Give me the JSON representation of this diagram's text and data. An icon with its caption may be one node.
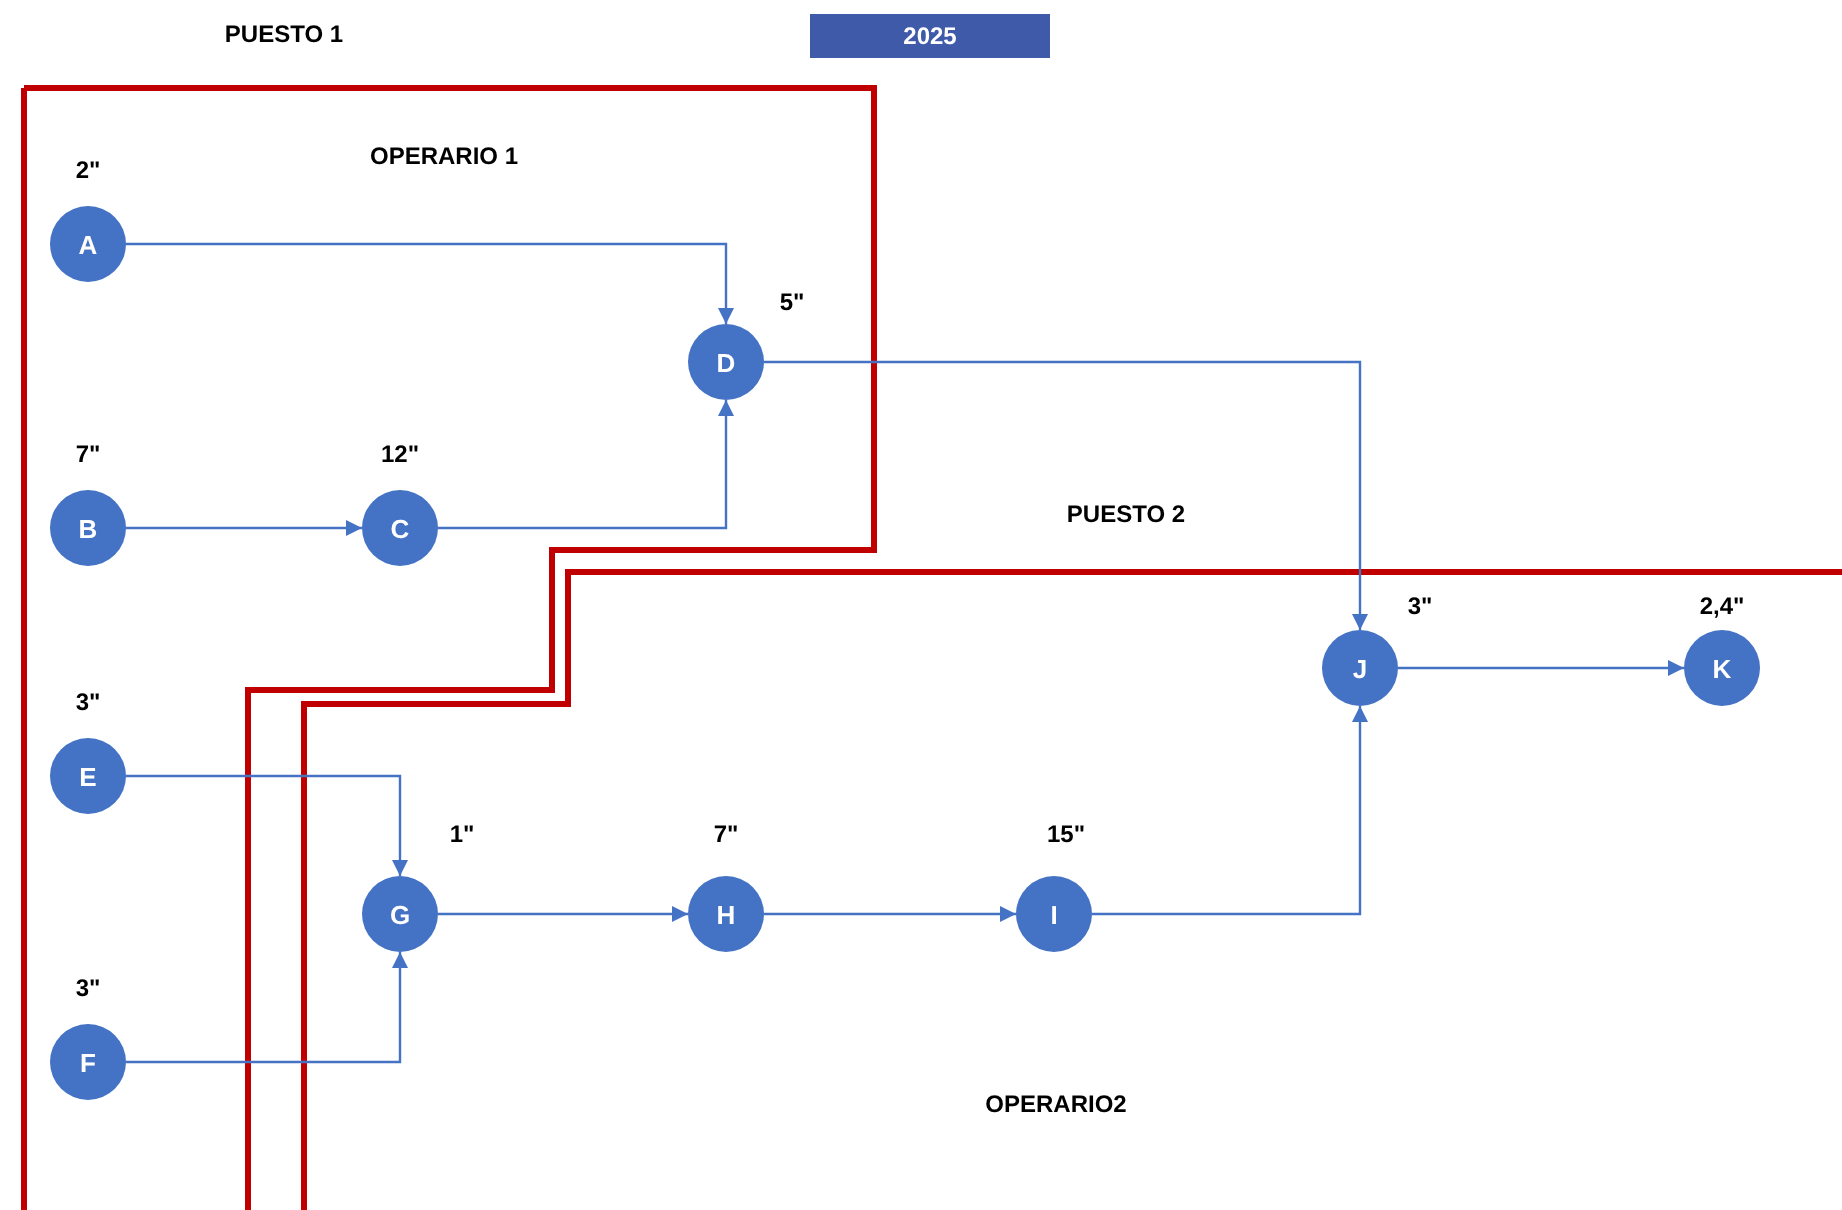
{
  "diagram": {
    "nodes": [
      {
        "text": [
          "2025"
        ]
      },
      {
        "text": [
          "OPERARIO 1"
        ]
      },
      {
        "text": [
          "A"
        ],
        "beside": [
          "2\""
        ],
        "in": 1
      },
      {
        "text": [
          "B"
        ],
        "beside": [
          "7\""
        ],
        "in": 1
      },
      {
        "text": [
          "C"
        ],
        "beside": [
          "12\""
        ],
        "in": 1
      },
      {
        "text": [
          "D"
        ],
        "beside": [
          "5\""
        ],
        "in": 1
      },
      {
        "text": [
          "E"
        ],
        "beside": [
          "3\""
        ],
        "in": 1
      },
      {
        "text": [
          "F"
        ],
        "beside": [
          "3\""
        ],
        "in": 1
      },
      {
        "text": [
          "OPERARIO2"
        ]
      },
      {
        "text": [
          "G"
        ],
        "beside": [
          "1\""
        ],
        "in": 8
      },
      {
        "text": [
          "H"
        ],
        "beside": [
          "7\""
        ],
        "in": 8
      },
      {
        "text": [
          "I"
        ],
        "beside": [
          "15\""
        ],
        "in": 8
      },
      {
        "text": [
          "J"
        ],
        "beside": [
          "3\""
        ],
        "in": 8
      },
      {
        "text": [
          "K"
        ],
        "beside": [
          "2,4\""
        ],
        "in": 8
      }
    ],
    "edges": [
      {
        "from": 2,
        "to": 5,
        "arrow": "to"
      },
      {
        "from": 3,
        "to": 4,
        "arrow": "to"
      },
      {
        "from": 4,
        "to": 5,
        "arrow": "to"
      },
      {
        "from": 5,
        "to": 12,
        "arrow": "to"
      },
      {
        "from": 6,
        "to": 9,
        "arrow": "to"
      },
      {
        "from": 7,
        "to": 9,
        "arrow": "to"
      },
      {
        "from": 9,
        "to": 10,
        "arrow": "to"
      },
      {
        "from": 10,
        "to": 11,
        "arrow": "to"
      },
      {
        "from": 11,
        "to": 12,
        "arrow": "to"
      },
      {
        "from": 12,
        "to": 13,
        "arrow": "to"
      }
    ],
    "labels": [
      "PUESTO 1",
      "PUESTO 2"
    ]
  }
}
